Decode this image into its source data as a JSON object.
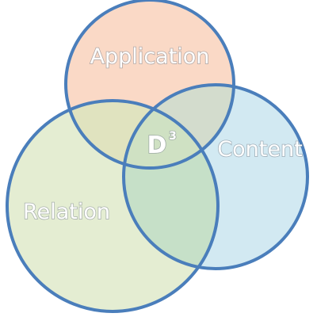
{
  "diagram": {
    "sets": {
      "application": {
        "label": "Application",
        "fill": "#fad9c6"
      },
      "content": {
        "label": "Content",
        "fill": "#d2e9f2"
      },
      "relation": {
        "label": "Relation",
        "fill": "#e4edd2"
      }
    },
    "intersection": {
      "label": "D",
      "superscript": "3"
    },
    "colors": {
      "stroke": "#4a7ebb",
      "app_content_overlap": "#d3dccd",
      "app_relation_overlap": "#e0e3bf",
      "relation_content_overlap": "#c6e0c8",
      "center_overlap": "#cfe1c3"
    }
  }
}
